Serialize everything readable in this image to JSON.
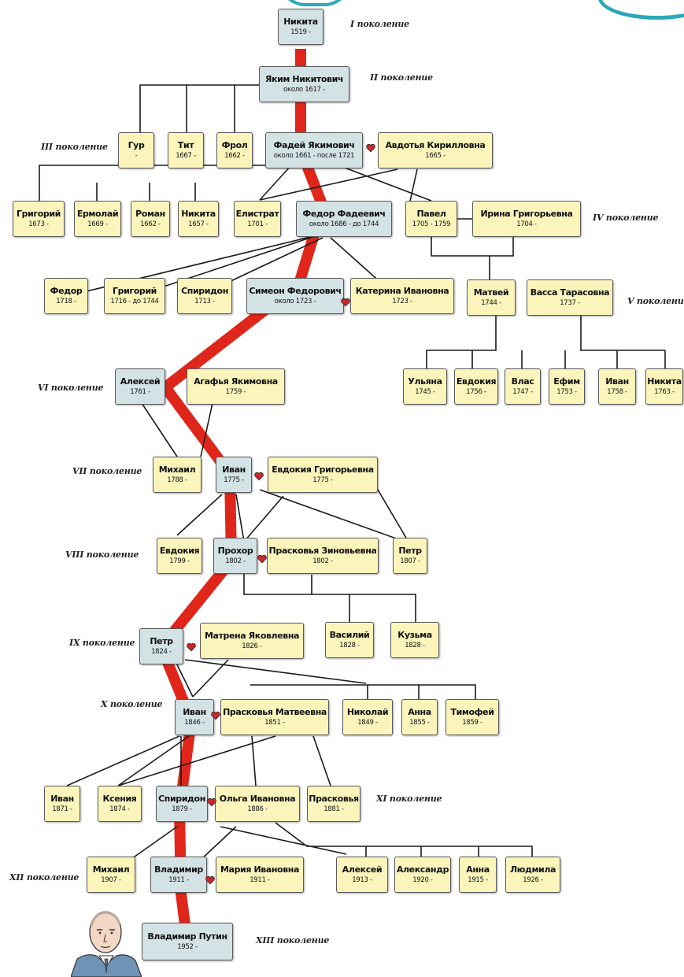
{
  "generations": {
    "g1": "I поколение",
    "g2": "II поколение",
    "g3": "III поколение",
    "g4": "IV поколение",
    "g5": "V поколение",
    "g6": "VI поколение",
    "g7": "VII поколение",
    "g8": "VIII поколение",
    "g9": "IX поколение",
    "g10": "X поколение",
    "g11": "XI поколение",
    "g12": "XII поколение",
    "g13": "XIII поколение"
  },
  "people": {
    "nikita1": {
      "name": "Никита",
      "years": "1519 -"
    },
    "yakim": {
      "name": "Яким Никитович",
      "years": "около 1617 -"
    },
    "gur": {
      "name": "Гур",
      "years": "-"
    },
    "tit": {
      "name": "Тит",
      "years": "1667 -"
    },
    "frol": {
      "name": "Фрол",
      "years": "1662 -"
    },
    "fadey": {
      "name": "Фадей Якимович",
      "years": "около 1661 - после 1721"
    },
    "avdotya": {
      "name": "Авдотья Кирилловна",
      "years": "1665 -"
    },
    "grigoriy1": {
      "name": "Григорий",
      "years": "1673 -"
    },
    "ermolay": {
      "name": "Ермолай",
      "years": "1669 -"
    },
    "roman": {
      "name": "Роман",
      "years": "1662 -"
    },
    "nikita2": {
      "name": "Никита",
      "years": "1657 -"
    },
    "elistrat": {
      "name": "Елистрат",
      "years": "1701 -"
    },
    "fedorF": {
      "name": "Федор Фадеевич",
      "years": "около 1686 - до 1744"
    },
    "pavel": {
      "name": "Павел",
      "years": "1705 - 1759"
    },
    "irina": {
      "name": "Ирина Григорьевна",
      "years": "1704 -"
    },
    "fedor2": {
      "name": "Федор",
      "years": "1718 -"
    },
    "grigoriy2": {
      "name": "Григорий",
      "years": "1716 - до 1744"
    },
    "spiridon1": {
      "name": "Спиридон",
      "years": "1713 -"
    },
    "simeon": {
      "name": "Симеон Федорович",
      "years": "около 1723 -"
    },
    "katerina": {
      "name": "Катерина Ивановна",
      "years": "1723 -"
    },
    "matvey": {
      "name": "Матвей",
      "years": "1744 -"
    },
    "vassa": {
      "name": "Васса Тарасовна",
      "years": "1737 -"
    },
    "ulyana": {
      "name": "Ульяна",
      "years": "1745 -"
    },
    "evdokiya1": {
      "name": "Евдокия",
      "years": "1756 -"
    },
    "vlas": {
      "name": "Влас",
      "years": "1747 -"
    },
    "efim": {
      "name": "Ефим",
      "years": "1753 -"
    },
    "ivan1": {
      "name": "Иван",
      "years": "1758 -"
    },
    "nikita3": {
      "name": "Никита",
      "years": "1763 -"
    },
    "aleksey1": {
      "name": "Алексей",
      "years": "1761 -"
    },
    "agafya": {
      "name": "Агафья Якимовна",
      "years": "1759 -"
    },
    "mikhail1": {
      "name": "Михаил",
      "years": "1788 -"
    },
    "ivan2": {
      "name": "Иван",
      "years": "1775 -"
    },
    "evdokiyaG": {
      "name": "Евдокия Григорьевна",
      "years": "1775 -"
    },
    "evdokiya2": {
      "name": "Евдокия",
      "years": "1799 -"
    },
    "prokhor": {
      "name": "Прохор",
      "years": "1802 -"
    },
    "praskovyaZ": {
      "name": "Прасковья Зиновьевна",
      "years": "1802 -"
    },
    "petr1": {
      "name": "Петр",
      "years": "1807 -"
    },
    "vasiliy": {
      "name": "Василий",
      "years": "1828 -"
    },
    "kuzma": {
      "name": "Кузьма",
      "years": "1828 -"
    },
    "petr2": {
      "name": "Петр",
      "years": "1824 -"
    },
    "matrena": {
      "name": "Матрена Яковлевна",
      "years": "1826 -"
    },
    "nikolay": {
      "name": "Николай",
      "years": "1849 -"
    },
    "anna1": {
      "name": "Анна",
      "years": "1855 -"
    },
    "timofey": {
      "name": "Тимофей",
      "years": "1859 -"
    },
    "ivan3": {
      "name": "Иван",
      "years": "1846 -"
    },
    "praskovyaM": {
      "name": "Прасковья Матвеевна",
      "years": "1851 -"
    },
    "ivan4": {
      "name": "Иван",
      "years": "1871 -"
    },
    "kseniya": {
      "name": "Ксения",
      "years": "1874 -"
    },
    "spiridon2": {
      "name": "Спиридон",
      "years": "1879 -"
    },
    "olga": {
      "name": "Ольга Ивановна",
      "years": "1886 -"
    },
    "praskovya3": {
      "name": "Прасковья",
      "years": "1881 -"
    },
    "mikhail2": {
      "name": "Михаил",
      "years": "1907 -"
    },
    "vladimir1": {
      "name": "Владимир",
      "years": "1911 -"
    },
    "mariya": {
      "name": "Мария Ивановна",
      "years": "1911 -"
    },
    "aleksey2": {
      "name": "Алексей",
      "years": "1913 -"
    },
    "aleksandr": {
      "name": "Александр",
      "years": "1920 -"
    },
    "anna2": {
      "name": "Анна",
      "years": "1915 -"
    },
    "lyudmila": {
      "name": "Людмила",
      "years": "1926 -"
    },
    "putin": {
      "name": "Владимир Путин",
      "years": "1952 -"
    }
  },
  "colors": {
    "male_box": "#d3e2e4",
    "female_box": "#fbf5bc",
    "lineage": "#e0261b",
    "heart": "#c8282d",
    "connector": "#1a1a1a",
    "decor_teal": "#2aa8b8"
  },
  "icons": {
    "heart": "heart-icon",
    "portrait": "portrait-illustration"
  }
}
